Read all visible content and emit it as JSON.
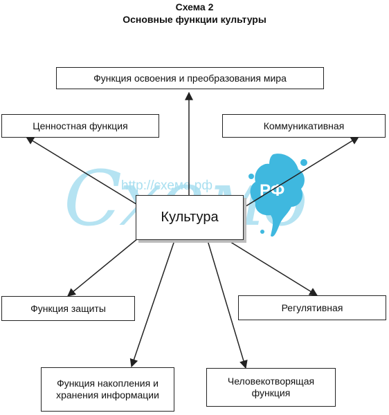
{
  "header": {
    "scheme": "Схема 2",
    "title": "Основные функции культуры"
  },
  "center": {
    "label": "Культура"
  },
  "nodes": {
    "mastery": "Функция освоения и преобразования мира",
    "value": "Ценностная функция",
    "communicative": "Коммуникативная",
    "protection": "Функция защиты",
    "regulative": "Регулятивная",
    "storage": "Функция накопления и хранения информации",
    "humanizing": "Человекотворящая функция"
  },
  "watermark": {
    "url": "http://схемо.рф",
    "word": "Схемо",
    "rf": "РФ"
  },
  "colors": {
    "watermark_light": "#a9dff0",
    "watermark_splash": "#3fb8df",
    "border": "#222222"
  }
}
